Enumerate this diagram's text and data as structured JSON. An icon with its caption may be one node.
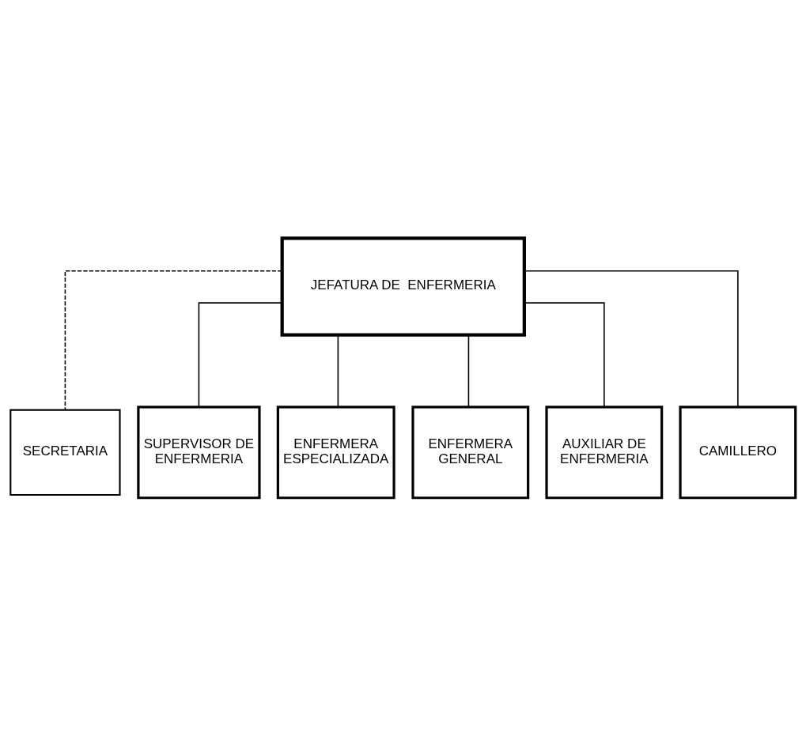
{
  "diagram": {
    "nodes": [
      {
        "text": [
          "JEFATURA DE  ENFERMERIA"
        ]
      },
      {
        "text": [
          "SECRETARIA"
        ]
      },
      {
        "text": [
          "SUPERVISOR DE ENFERMERIA"
        ]
      },
      {
        "text": [
          "ENFERMERA ESPECIALIZADA"
        ]
      },
      {
        "text": [
          "ENFERMERA GENERAL"
        ]
      },
      {
        "text": [
          "AUXILIAR DE ENFERMERIA"
        ]
      },
      {
        "text": [
          "CAMILLERO"
        ]
      }
    ],
    "edges": [
      {
        "from": 0,
        "to": 1,
        "arrow": "none",
        "style": "dashed"
      },
      {
        "from": 0,
        "to": 2,
        "arrow": "none"
      },
      {
        "from": 0,
        "to": 3,
        "arrow": "none"
      },
      {
        "from": 0,
        "to": 4,
        "arrow": "none"
      },
      {
        "from": 0,
        "to": 5,
        "arrow": "none"
      },
      {
        "from": 0,
        "to": 6,
        "arrow": "none"
      }
    ]
  }
}
